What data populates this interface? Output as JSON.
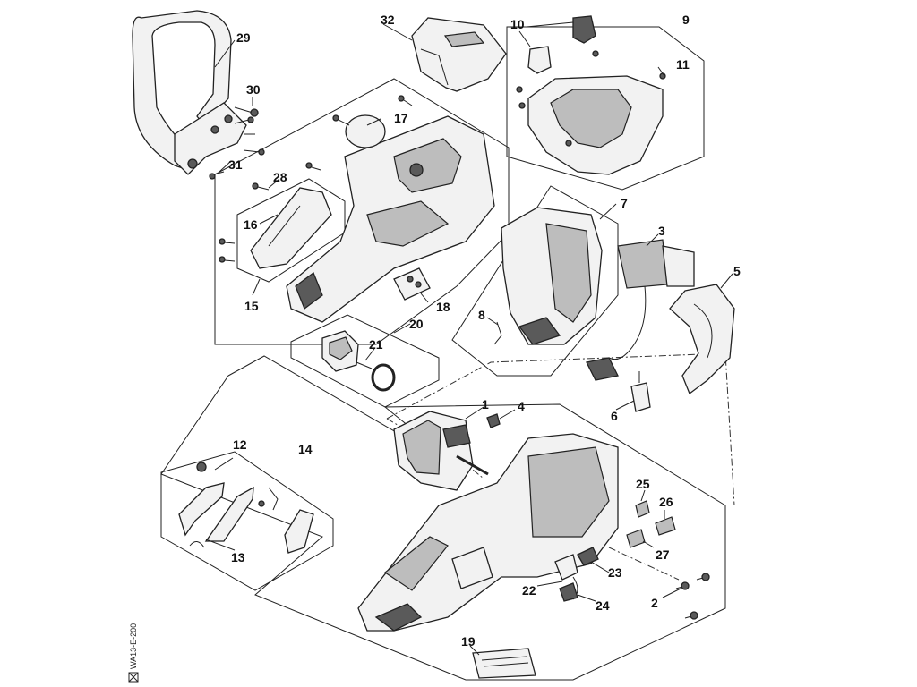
{
  "diagram": {
    "side_code": "WA13-E-200",
    "labels": [
      {
        "id": "29",
        "text": "29"
      },
      {
        "id": "30",
        "text": "30"
      },
      {
        "id": "31",
        "text": "31"
      },
      {
        "id": "32",
        "text": "32"
      },
      {
        "id": "10",
        "text": "10"
      },
      {
        "id": "9",
        "text": "9"
      },
      {
        "id": "11",
        "text": "11"
      },
      {
        "id": "17",
        "text": "17"
      },
      {
        "id": "28",
        "text": "28"
      },
      {
        "id": "16",
        "text": "16"
      },
      {
        "id": "15",
        "text": "15"
      },
      {
        "id": "18",
        "text": "18"
      },
      {
        "id": "7",
        "text": "7"
      },
      {
        "id": "3",
        "text": "3"
      },
      {
        "id": "5",
        "text": "5"
      },
      {
        "id": "8",
        "text": "8"
      },
      {
        "id": "20",
        "text": "20"
      },
      {
        "id": "21",
        "text": "21"
      },
      {
        "id": "1",
        "text": "1"
      },
      {
        "id": "4",
        "text": "4"
      },
      {
        "id": "6",
        "text": "6"
      },
      {
        "id": "14",
        "text": "14"
      },
      {
        "id": "12",
        "text": "12"
      },
      {
        "id": "13",
        "text": "13"
      },
      {
        "id": "25",
        "text": "25"
      },
      {
        "id": "26",
        "text": "26"
      },
      {
        "id": "27",
        "text": "27"
      },
      {
        "id": "23",
        "text": "23"
      },
      {
        "id": "22",
        "text": "22"
      },
      {
        "id": "24",
        "text": "24"
      },
      {
        "id": "2",
        "text": "2"
      },
      {
        "id": "19",
        "text": "19"
      }
    ]
  }
}
